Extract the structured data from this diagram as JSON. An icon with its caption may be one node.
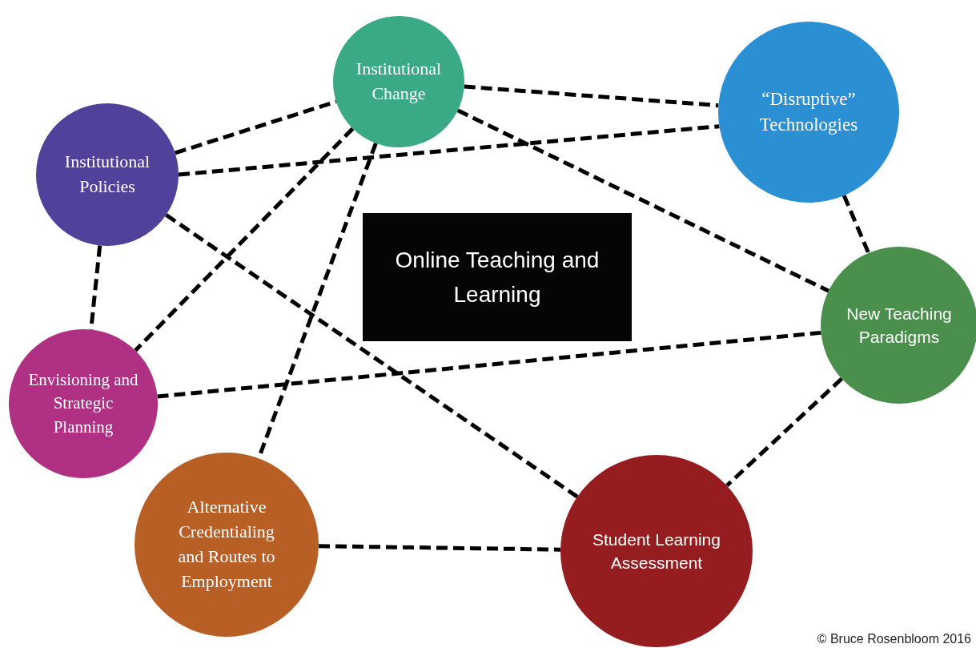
{
  "diagram": {
    "nodes": [
      {
        "text": [
          "Institutional Change"
        ]
      },
      {
        "text": [
          "“Disruptive” Technologies"
        ]
      },
      {
        "text": [
          "Institutional Policies"
        ]
      },
      {
        "text": [
          "Online Teaching and Learning"
        ]
      },
      {
        "text": [
          "New Teaching Paradigms"
        ]
      },
      {
        "text": [
          "Envisioning and Strategic Planning"
        ]
      },
      {
        "text": [
          "Alternative Credentialing and Routes to Employment"
        ]
      },
      {
        "text": [
          "Student Learning Assessment"
        ]
      }
    ],
    "edges": [
      {
        "from": 2,
        "to": 0,
        "arrow": "none",
        "style": "dashed"
      },
      {
        "from": 0,
        "to": 1,
        "arrow": "none",
        "style": "dashed"
      },
      {
        "from": 2,
        "to": 1,
        "arrow": "none",
        "style": "dashed"
      },
      {
        "from": 0,
        "to": 4,
        "arrow": "none",
        "style": "dashed"
      },
      {
        "from": 0,
        "to": 5,
        "arrow": "none",
        "style": "dashed"
      },
      {
        "from": 0,
        "to": 6,
        "arrow": "none",
        "style": "dashed"
      },
      {
        "from": 2,
        "to": 5,
        "arrow": "none",
        "style": "dashed"
      },
      {
        "from": 2,
        "to": 7,
        "arrow": "none",
        "style": "dashed"
      },
      {
        "from": 1,
        "to": 4,
        "arrow": "none",
        "style": "dashed"
      },
      {
        "from": 5,
        "to": 4,
        "arrow": "none",
        "style": "dashed"
      },
      {
        "from": 4,
        "to": 7,
        "arrow": "none",
        "style": "dashed"
      },
      {
        "from": 6,
        "to": 7,
        "arrow": "none",
        "style": "dashed"
      }
    ],
    "labels": [
      "© Bruce Rosenbloom 2016"
    ]
  }
}
